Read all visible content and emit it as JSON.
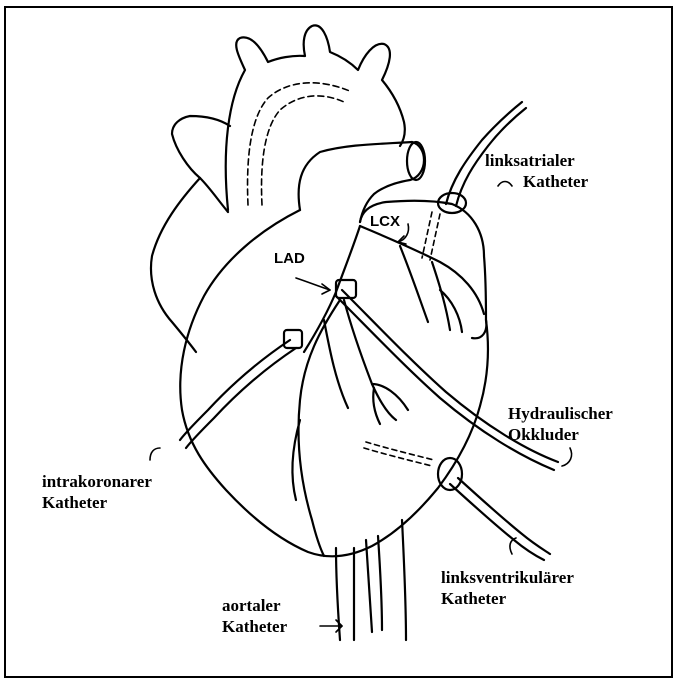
{
  "labels": {
    "lcx": "LCX",
    "lad": "LAD",
    "linksatrial_line1": "linksatrialer",
    "linksatrial_line2": "Katheter",
    "hydraulic_line1": "Hydraulischer",
    "hydraulic_line2": "Okkluder",
    "intracoronary_line1": "intrakoronarer",
    "intracoronary_line2": "Katheter",
    "lv_line1": "linksventrikulärer",
    "lv_line2": "Katheter",
    "aortic_line1": "aortaler",
    "aortic_line2": "Katheter"
  }
}
